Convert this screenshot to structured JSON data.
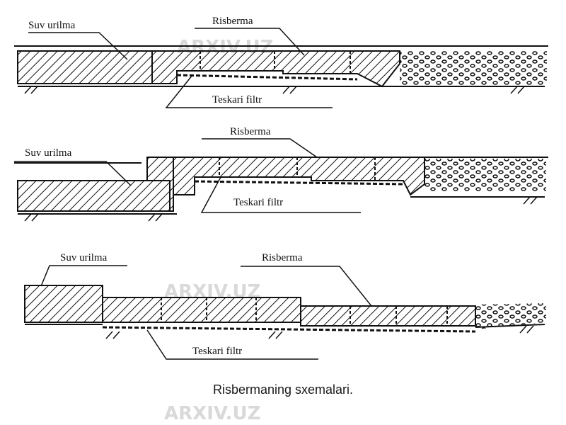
{
  "caption": "Risbermaning sxemalari.",
  "watermark": "ARXIV.UZ",
  "schemes": [
    {
      "labels": {
        "apron": "Suv urilma",
        "riprap": "Risberma",
        "filter": "Teskari filtr"
      }
    },
    {
      "labels": {
        "apron": "Suv urilma",
        "riprap": "Risberma",
        "filter": "Teskari filtr"
      }
    },
    {
      "labels": {
        "apron": "Suv urilma",
        "riprap": "Risberma",
        "filter": "Teskari filtr"
      }
    }
  ],
  "colors": {
    "ink": "#111111",
    "watermark": "#d9d9d9"
  }
}
